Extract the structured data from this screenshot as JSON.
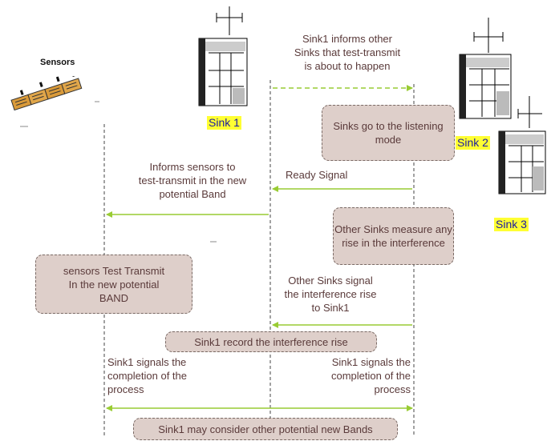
{
  "actors": {
    "sensors": "Sensors",
    "sink1": "Sink 1",
    "sink2": "Sink 2",
    "sink3": "Sink 3"
  },
  "messages": {
    "m1": "Sink1 informs other\nSinks that test-transmit\nis about to happen",
    "m2": "Informs sensors to\ntest-transmit in the new\npotential Band",
    "m3": "Ready Signal",
    "m4": "Other Sinks signal\nthe interference rise\nto Sink1",
    "m5": "Sink1 signals the\ncompletion of the\nprocess",
    "m6": "Sink1 signals the\ncompletion of the\nprocess"
  },
  "boxes": {
    "b1": "Sinks go to the listening\nmode",
    "b2": "Other Sinks measure any\nrise in the interference",
    "b3": "sensors Test Transmit\nIn the new potential\nBAND",
    "b4": "Sink1 record the interference rise",
    "b5": "Sink1 may consider other potential new Bands"
  },
  "colors": {
    "arrow": "#99cc33",
    "box_fill": "#decfca",
    "sink_label_bg": "#ffff33",
    "sink_label_text": "#1a1aa0"
  }
}
